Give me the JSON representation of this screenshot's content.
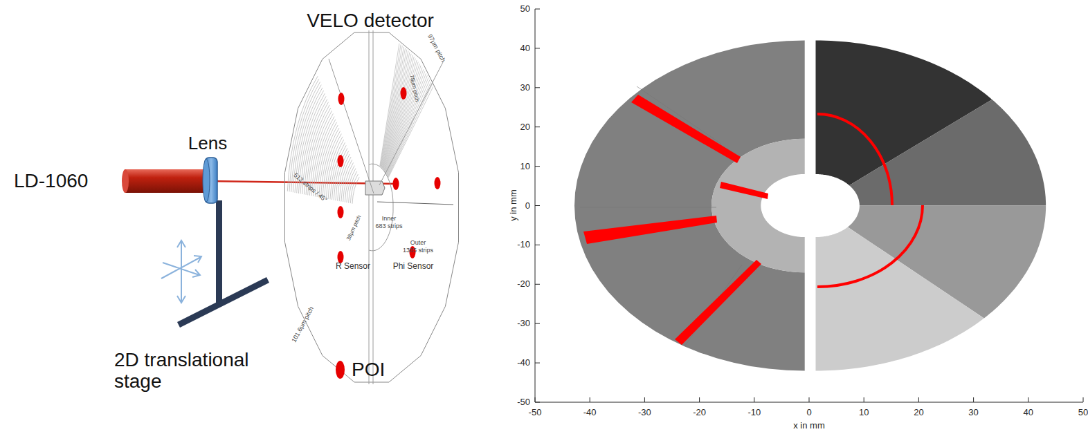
{
  "diagram": {
    "labels": [
      "VELO detector",
      "Lens",
      "LD-1060",
      "2D translational stage",
      "R Sensor",
      "Phi Sensor",
      "512 strips / 45°",
      "Inner",
      "683 strips",
      "Outer",
      "1365 strips",
      "38µm pitch",
      "97µm pitch",
      "101.6µm pitch",
      "78µm pitch",
      "50",
      "40",
      "30",
      "20",
      "10",
      "0",
      "-10",
      "-20",
      "-30",
      "-40",
      "-50",
      "-50",
      "-40",
      "-30",
      "-20",
      "-10",
      "0",
      "10",
      "20",
      "30",
      "40",
      "50",
      "y in mm",
      "x in mm"
    ],
    "legend": [
      {
        "text": "POI",
        "color": "#e60000"
      }
    ]
  }
}
